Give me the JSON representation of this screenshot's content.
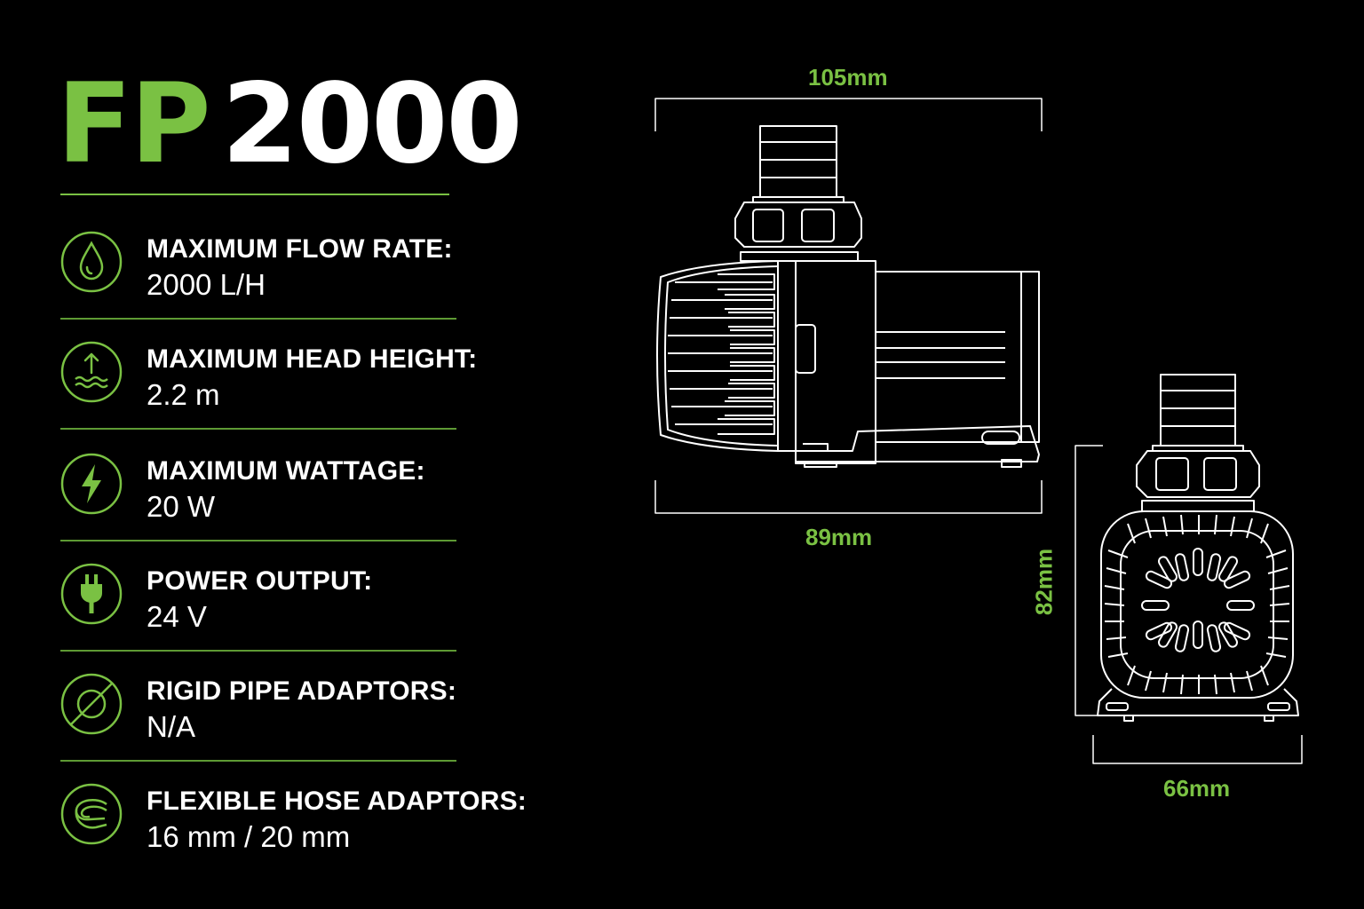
{
  "title": {
    "prefix": "FP",
    "model": "2000"
  },
  "colors": {
    "accent": "#7ac143",
    "background": "#000000",
    "text": "#ffffff"
  },
  "specs": [
    {
      "icon": "water-drop-icon",
      "label": "MAXIMUM FLOW RATE:",
      "value": "2000 L/H"
    },
    {
      "icon": "head-height-icon",
      "label": "MAXIMUM HEAD HEIGHT:",
      "value": "2.2 m"
    },
    {
      "icon": "lightning-bolt-icon",
      "label": "MAXIMUM WATTAGE:",
      "value": "20 W"
    },
    {
      "icon": "power-plug-icon",
      "label": "POWER OUTPUT:",
      "value": "24 V"
    },
    {
      "icon": "pipe-adaptor-icon",
      "label": "RIGID PIPE ADAPTORS:",
      "value": "N/A"
    },
    {
      "icon": "hose-coil-icon",
      "label": "FLEXIBLE HOSE ADAPTORS:",
      "value": "16 mm / 20 mm"
    }
  ],
  "dimensions": {
    "side_width_top": "105mm",
    "side_width_bottom": "89mm",
    "front_height": "82mm",
    "front_width": "66mm"
  }
}
